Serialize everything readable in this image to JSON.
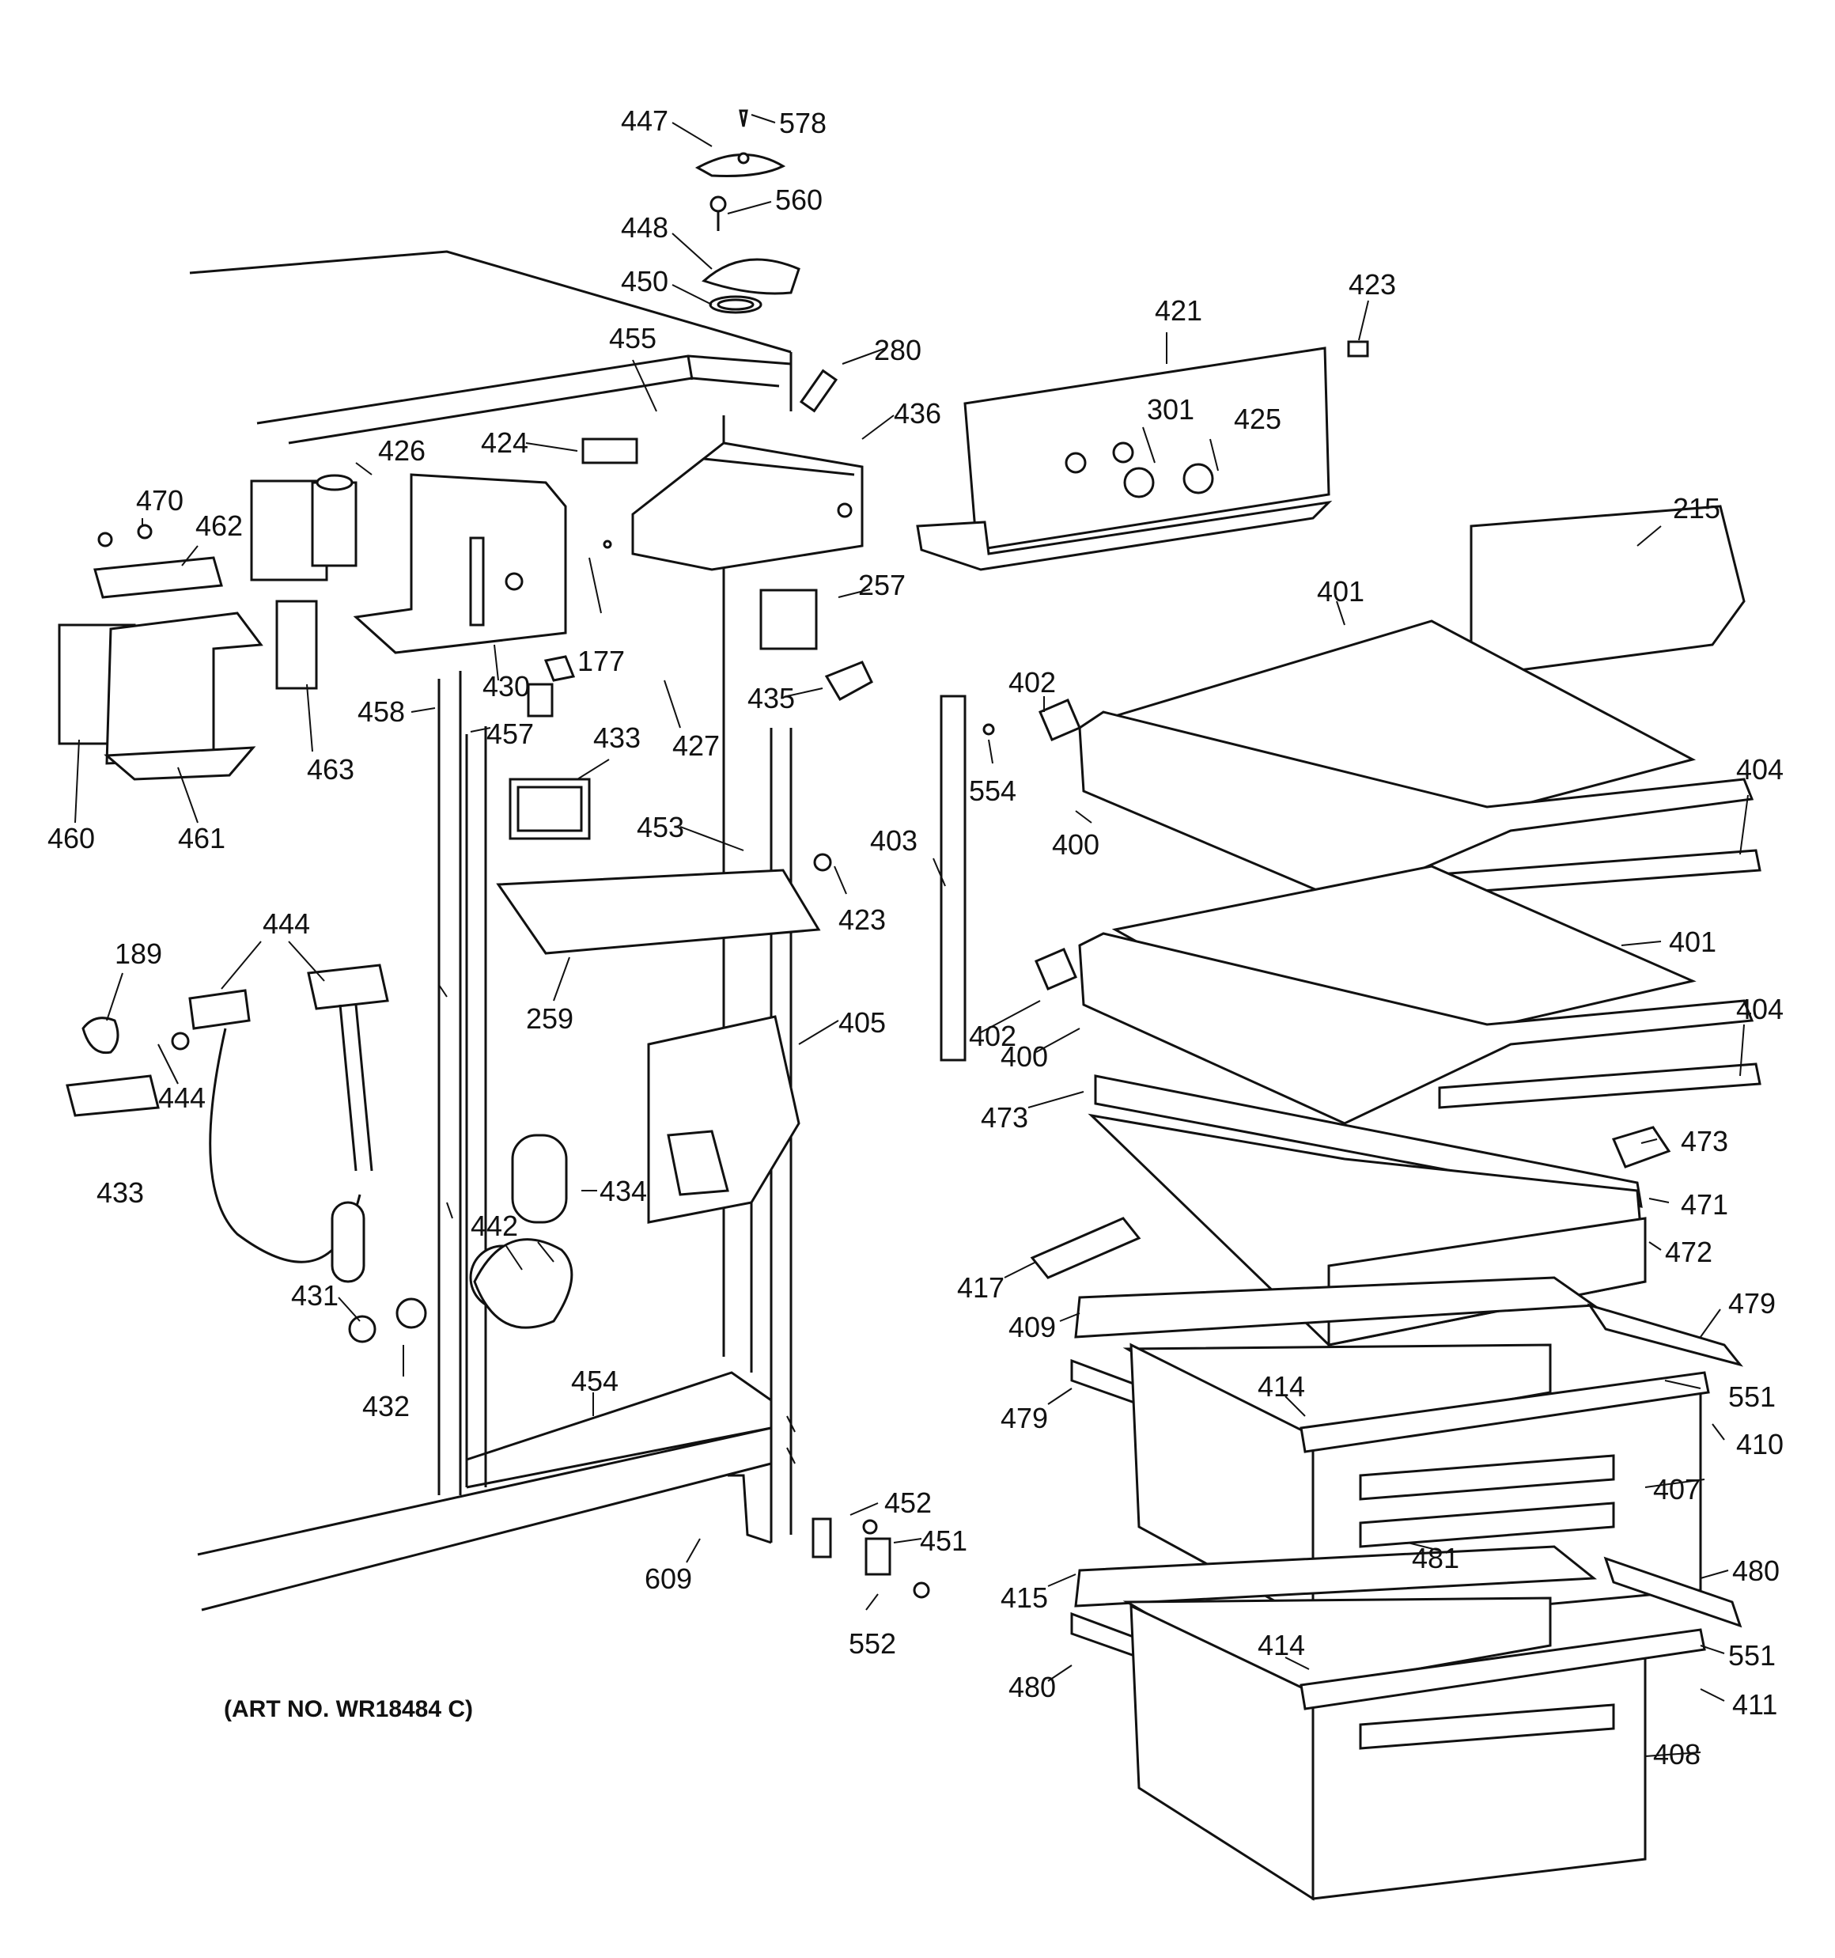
{
  "diagram": {
    "art_number": "(ART NO. WR18484 C)",
    "labels": {
      "l447": "447",
      "l578": "578",
      "l560": "560",
      "l448": "448",
      "l450": "450",
      "l455": "455",
      "l280": "280",
      "l436": "436",
      "l421": "421",
      "l423a": "423",
      "l301": "301",
      "l425": "425",
      "l424": "424",
      "l426": "426",
      "l470": "470",
      "l462": "462",
      "l177": "177",
      "l257": "257",
      "l215": "215",
      "l401a": "401",
      "l430": "430",
      "l458": "458",
      "l457": "457",
      "l463": "463",
      "l460": "460",
      "l461": "461",
      "l433a": "433",
      "l427": "427",
      "l435": "435",
      "l402a": "402",
      "l554": "554",
      "l404a": "404",
      "l400a": "400",
      "l403": "403",
      "l453": "453",
      "l423b": "423",
      "l401b": "401",
      "l444a": "444",
      "l189": "189",
      "l259": "259",
      "l405": "405",
      "l402b": "402",
      "l400b": "400",
      "l404b": "404",
      "l444b": "444",
      "l473a": "473",
      "l473b": "473",
      "l433b": "433",
      "l434": "434",
      "l471": "471",
      "l442": "442",
      "l472": "472",
      "l417": "417",
      "l479a": "479",
      "l431": "431",
      "l409": "409",
      "l414a": "414",
      "l551a": "551",
      "l454": "454",
      "l432": "432",
      "l479b": "479",
      "l410": "410",
      "l407": "407",
      "l452": "452",
      "l451": "451",
      "l481": "481",
      "l609": "609",
      "l480a": "480",
      "l415": "415",
      "l552": "552",
      "l414b": "414",
      "l551b": "551",
      "l480b": "480",
      "l411": "411",
      "l408": "408"
    }
  }
}
